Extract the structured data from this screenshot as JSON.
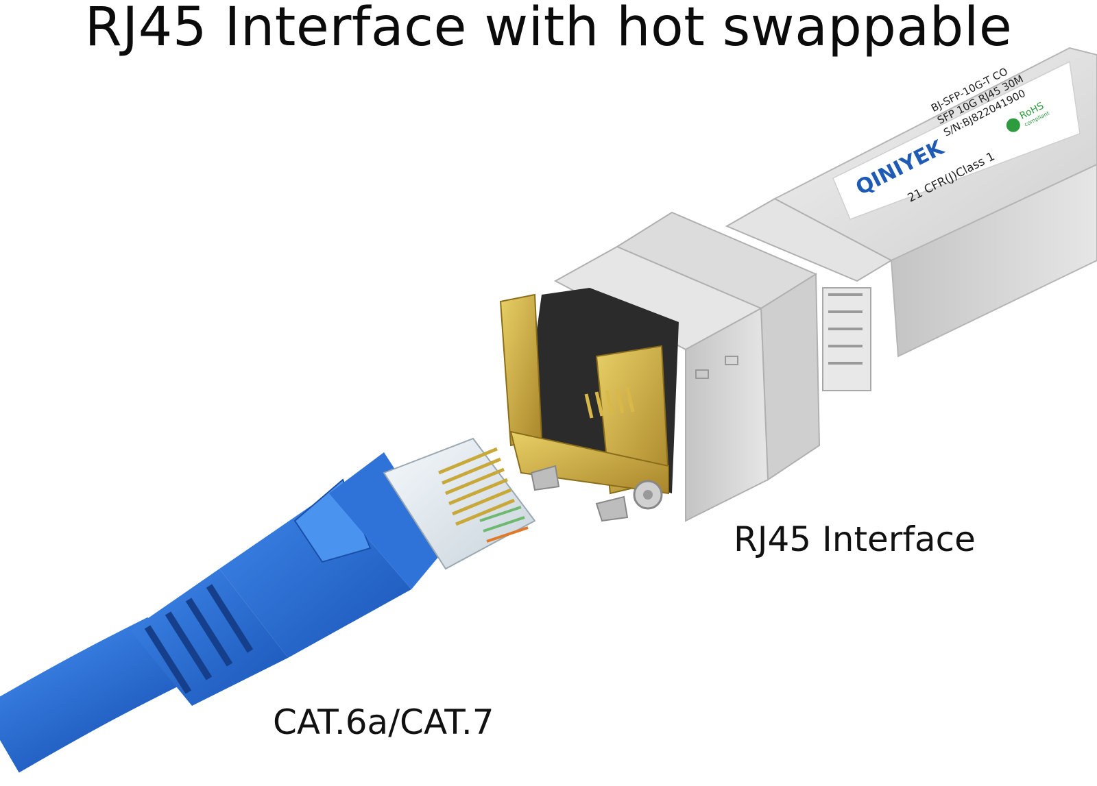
{
  "title": "RJ45 Interface with hot swappable",
  "callouts": {
    "rj45_interface": "RJ45 Interface",
    "cable": "CAT.6a/CAT.7"
  },
  "module_label": {
    "brand": "QINIYEK",
    "part_number": "BJ-SFP-10G-T CO",
    "description": "SFP 10G RJ45 30M",
    "serial": "S/N:BJ822041900",
    "compliance": "21 CFR(J)Class 1",
    "rohs": "RoHS",
    "rohs_sub": "compliant"
  },
  "colors": {
    "cable_blue": "#2a6fd6",
    "cable_blue_dark": "#1a4fa8",
    "module_silver": "#d9d9d9",
    "contact_gold": "#c9a83a",
    "brand_blue": "#1f5bb5",
    "rohs_green": "#2e9b3e"
  }
}
